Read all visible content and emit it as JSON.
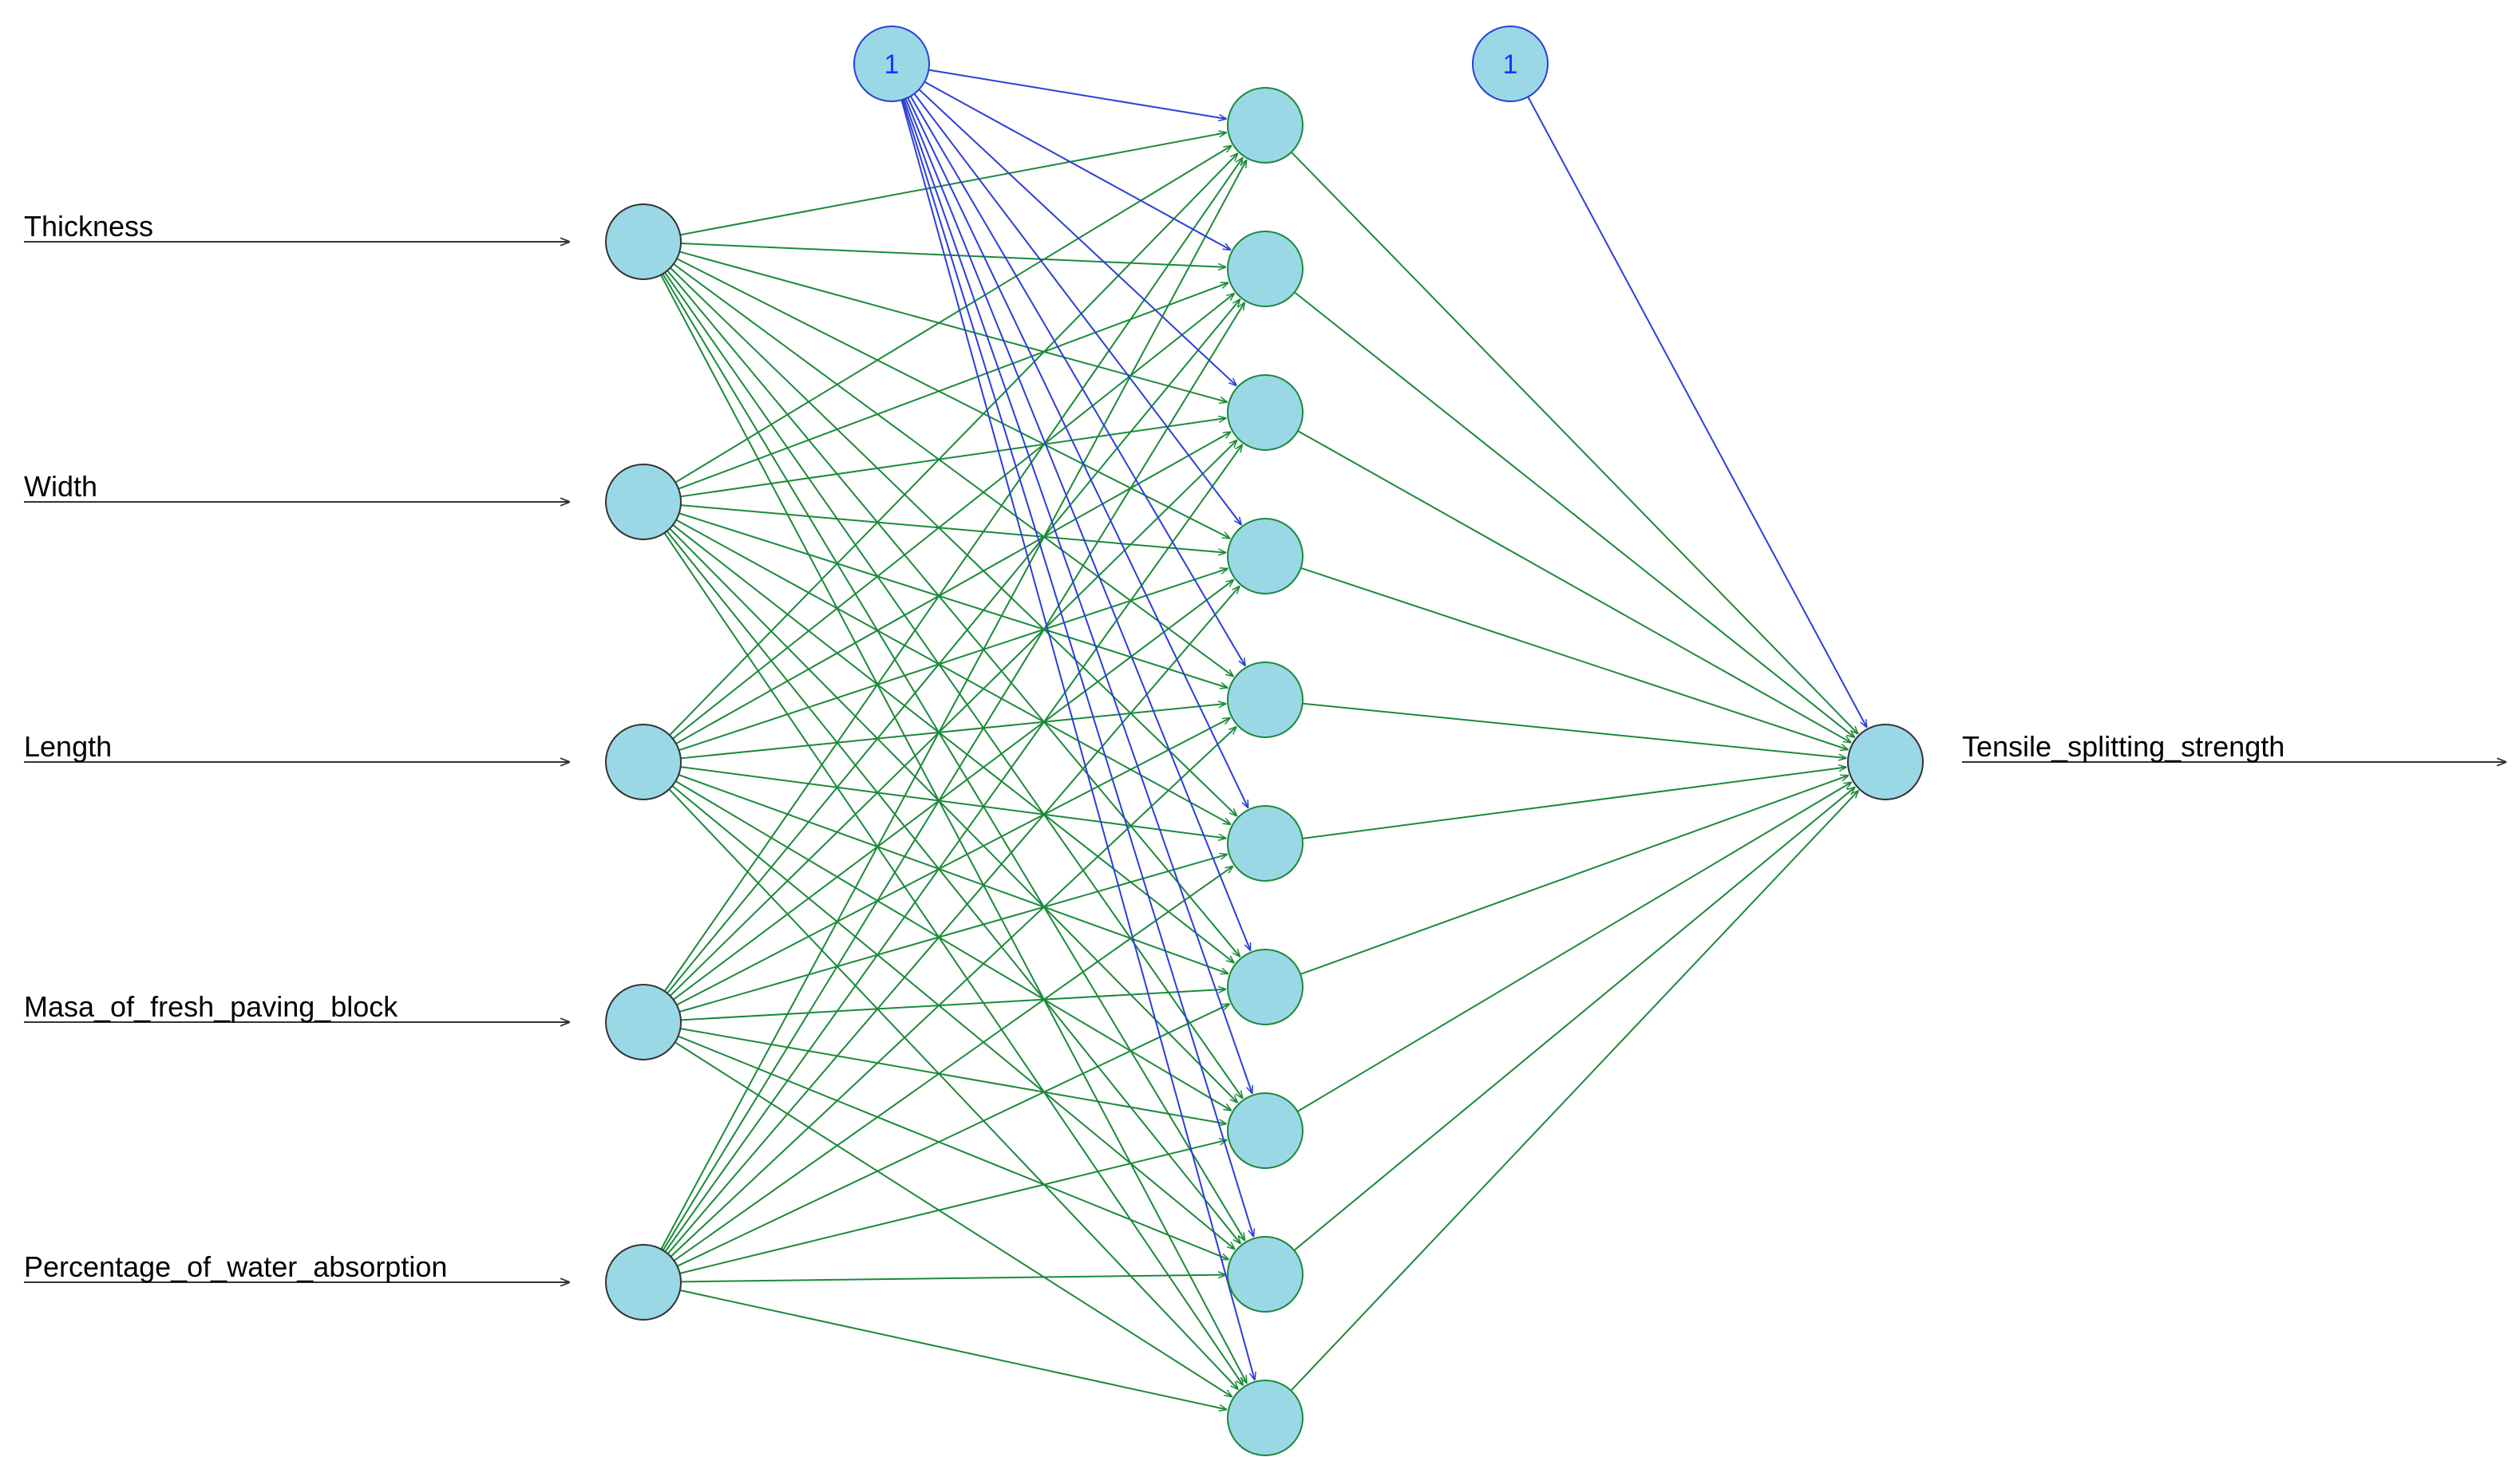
{
  "colors": {
    "background": "#ffffff",
    "node_fill": "#9ad8e6",
    "node_stroke": "#333333",
    "bias_stroke": "#2b3fd6",
    "bias_text": "#1a34ff",
    "weight_edge": "#1a8a3a",
    "bias_edge": "#2b3fd6",
    "io_arrow": "#333333"
  },
  "network": {
    "inputs": [
      "Thickness",
      "Width",
      "Length",
      "Masa_of_fresh_paving_block",
      "Percentage_of_water_absorption"
    ],
    "hidden_count": 10,
    "output": "Tensile_splitting_strength",
    "bias_labels": [
      "1",
      "1"
    ]
  }
}
